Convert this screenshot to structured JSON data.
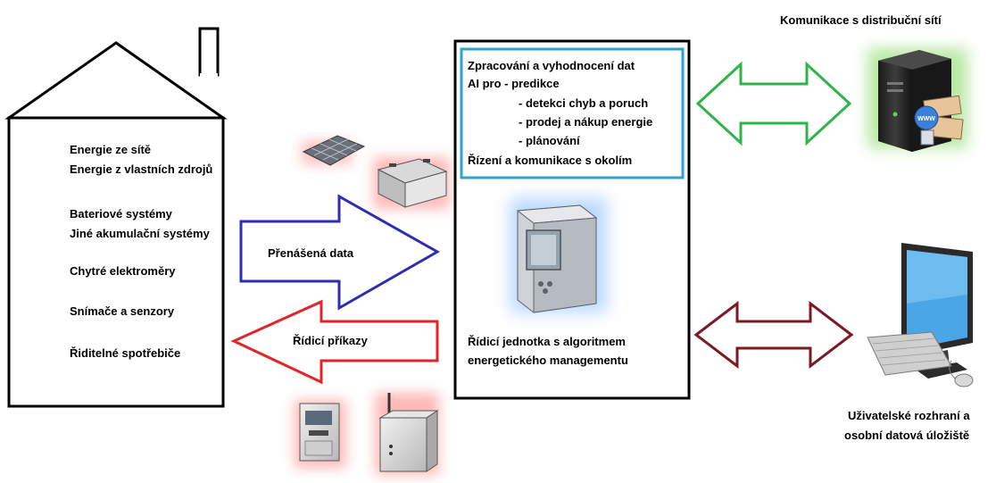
{
  "house": {
    "items": [
      "Energie ze sítě",
      "Energie z vlastních zdrojů",
      "Bateriové systémy",
      "Jiné akumulační systémy",
      "Chytré elektroměry",
      "Snímače a senzory",
      "Řiditelné spotřebiče"
    ]
  },
  "arrows": {
    "transmitted_data": "Přenášená data",
    "control_commands": "Řídicí příkazy"
  },
  "processing": {
    "lines": [
      "Zpracování a vyhodnocení dat",
      "AI pro  - predikce",
      "- detekci chyb a poruch",
      "- prodej a nákup energie",
      "- plánování",
      "Řízení a komunikace s okolím"
    ]
  },
  "control_unit": {
    "line1": "Řídicí jednotka s algoritmem",
    "line2": "energetického managementu"
  },
  "grid_server": {
    "label": "Komunikace s distribuční sítí",
    "badge": "WWW"
  },
  "user_pc": {
    "line1": "Uživatelské rozhraní a",
    "line2": "osobní datová úložiště"
  },
  "colors": {
    "processing_border": "#29a3d6",
    "arrow_data": "#2e2eb0",
    "arrow_commands": "#e0262a",
    "arrow_grid": "#2fb34a",
    "arrow_user": "#7a1a22",
    "device_glow": "#ff8a8a",
    "server_glow": "#9be07d"
  }
}
